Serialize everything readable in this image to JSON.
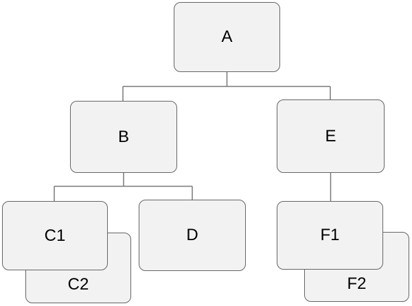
{
  "diagram": {
    "type": "hierarchy-tree",
    "nodes": {
      "a": {
        "label": "A"
      },
      "b": {
        "label": "B"
      },
      "c1": {
        "label": "C1"
      },
      "c2": {
        "label": "C2"
      },
      "d": {
        "label": "D"
      },
      "e": {
        "label": "E"
      },
      "f1": {
        "label": "F1"
      },
      "f2": {
        "label": "F2"
      }
    },
    "edges": [
      {
        "from": "A",
        "to": "B"
      },
      {
        "from": "A",
        "to": "E"
      },
      {
        "from": "B",
        "to": "C1"
      },
      {
        "from": "B",
        "to": "D"
      },
      {
        "from": "E",
        "to": "F1"
      }
    ],
    "stacks": [
      {
        "front": "C1",
        "behind": "C2"
      },
      {
        "front": "F1",
        "behind": "F2"
      }
    ],
    "colors": {
      "node_fill": "#f2f2f2",
      "node_border": "#646464",
      "connector": "#787878",
      "text_color": "#000000",
      "background": "#ffffff"
    }
  }
}
